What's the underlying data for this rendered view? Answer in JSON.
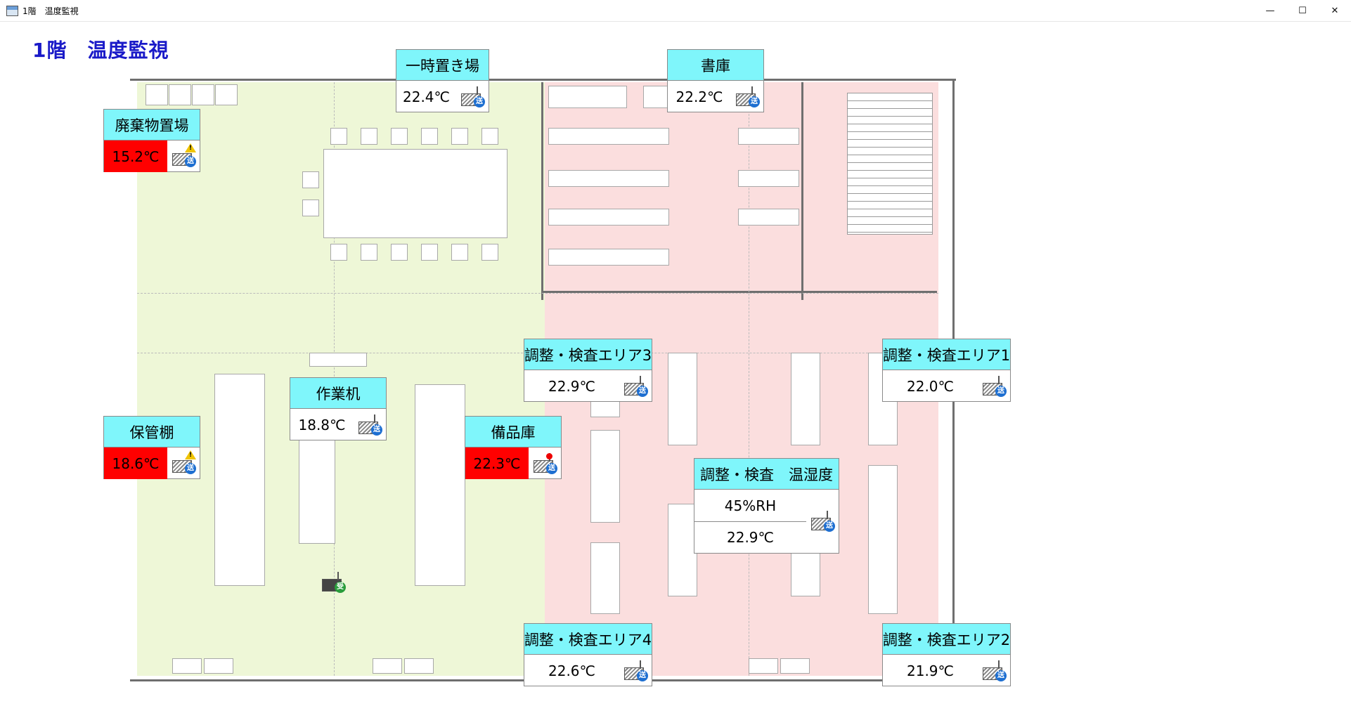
{
  "window": {
    "title": "1階　温度監視",
    "minimize": "—",
    "maximize": "☐",
    "close": "✕"
  },
  "page_title": "1階　温度監視",
  "receiver": {
    "badge": "受"
  },
  "sensors": [
    {
      "id": "temp-store",
      "name": "一時置き場",
      "temp": "22.4℃",
      "alarm": false,
      "badge": "送"
    },
    {
      "id": "bookstore",
      "name": "書庫",
      "temp": "22.2℃",
      "alarm": false,
      "badge": "送"
    },
    {
      "id": "waste",
      "name": "廃棄物置場",
      "temp": "15.2℃",
      "alarm": true,
      "warning": true,
      "badge": "送"
    },
    {
      "id": "area3",
      "name": "調整・検査エリア3",
      "temp": "22.9℃",
      "alarm": false,
      "badge": "送"
    },
    {
      "id": "area1",
      "name": "調整・検査エリア1",
      "temp": "22.0℃",
      "alarm": false,
      "badge": "送"
    },
    {
      "id": "workdesk",
      "name": "作業机",
      "temp": "18.8℃",
      "alarm": false,
      "badge": "送"
    },
    {
      "id": "shelf",
      "name": "保管棚",
      "temp": "18.6℃",
      "alarm": true,
      "warning": true,
      "badge": "送"
    },
    {
      "id": "supply",
      "name": "備品庫",
      "temp": "22.3℃",
      "alarm": true,
      "lamp": true,
      "badge": "送"
    },
    {
      "id": "humidity",
      "name": "調整・検査　温湿度",
      "humidity": "45%RH",
      "temp": "22.9℃",
      "alarm": false,
      "badge": "送"
    },
    {
      "id": "area4",
      "name": "調整・検査エリア4",
      "temp": "22.6℃",
      "alarm": false,
      "badge": "送"
    },
    {
      "id": "area2",
      "name": "調整・検査エリア2",
      "temp": "21.9℃",
      "alarm": false,
      "badge": "送"
    }
  ]
}
